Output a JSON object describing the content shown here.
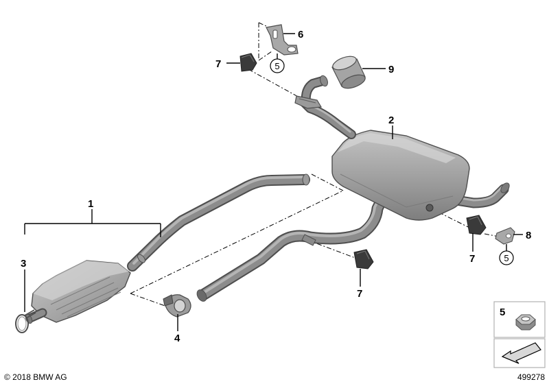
{
  "callouts": {
    "c1": "1",
    "c2": "2",
    "c3": "3",
    "c4": "4",
    "c5a": "5",
    "c5b": "5",
    "c6": "6",
    "c7a": "7",
    "c7b": "7",
    "c7c": "7",
    "c8": "8",
    "c9": "9"
  },
  "legend": {
    "number": "5"
  },
  "footer": {
    "copyright": "© 2018 BMW AG",
    "diagram_id": "499278"
  },
  "colors": {
    "part_dark": "#4e4e4e",
    "part_mid": "#8c8c8c",
    "part_light": "#b8b8b8",
    "legend_border": "#b0b0b0"
  }
}
